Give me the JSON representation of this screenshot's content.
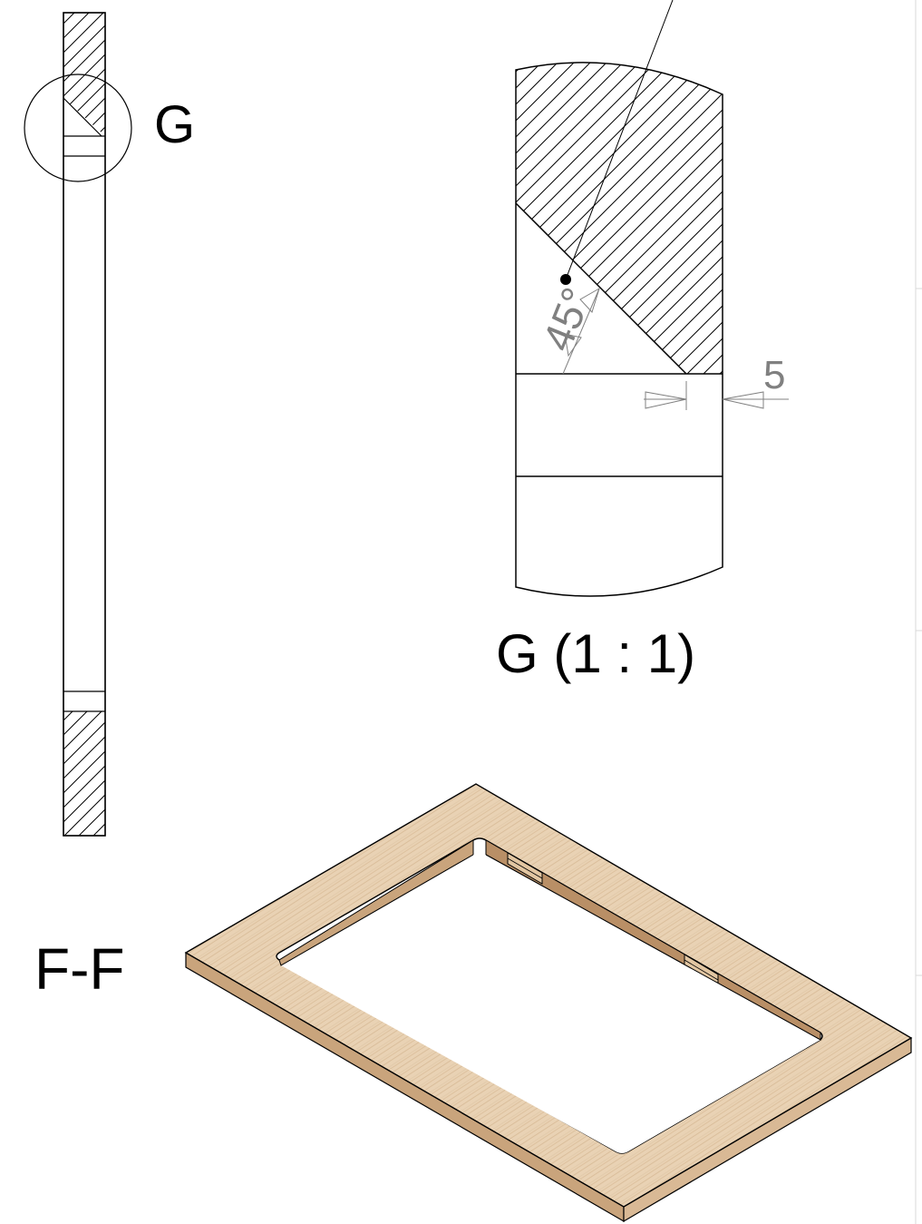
{
  "labels": {
    "detail_marker": "G",
    "detail_title": "G (1 : 1)",
    "section_view": "F-F"
  },
  "dimensions": {
    "angle": "45°",
    "gap": "5"
  },
  "colors": {
    "line": "#000000",
    "dimension": "#808080",
    "wood_light": "#e9d2b4",
    "wood_mid": "#dcbd98",
    "wood_dark": "#c9a47c",
    "wood_grain": "#cfae88",
    "panel_border": "#d9d9d9"
  }
}
